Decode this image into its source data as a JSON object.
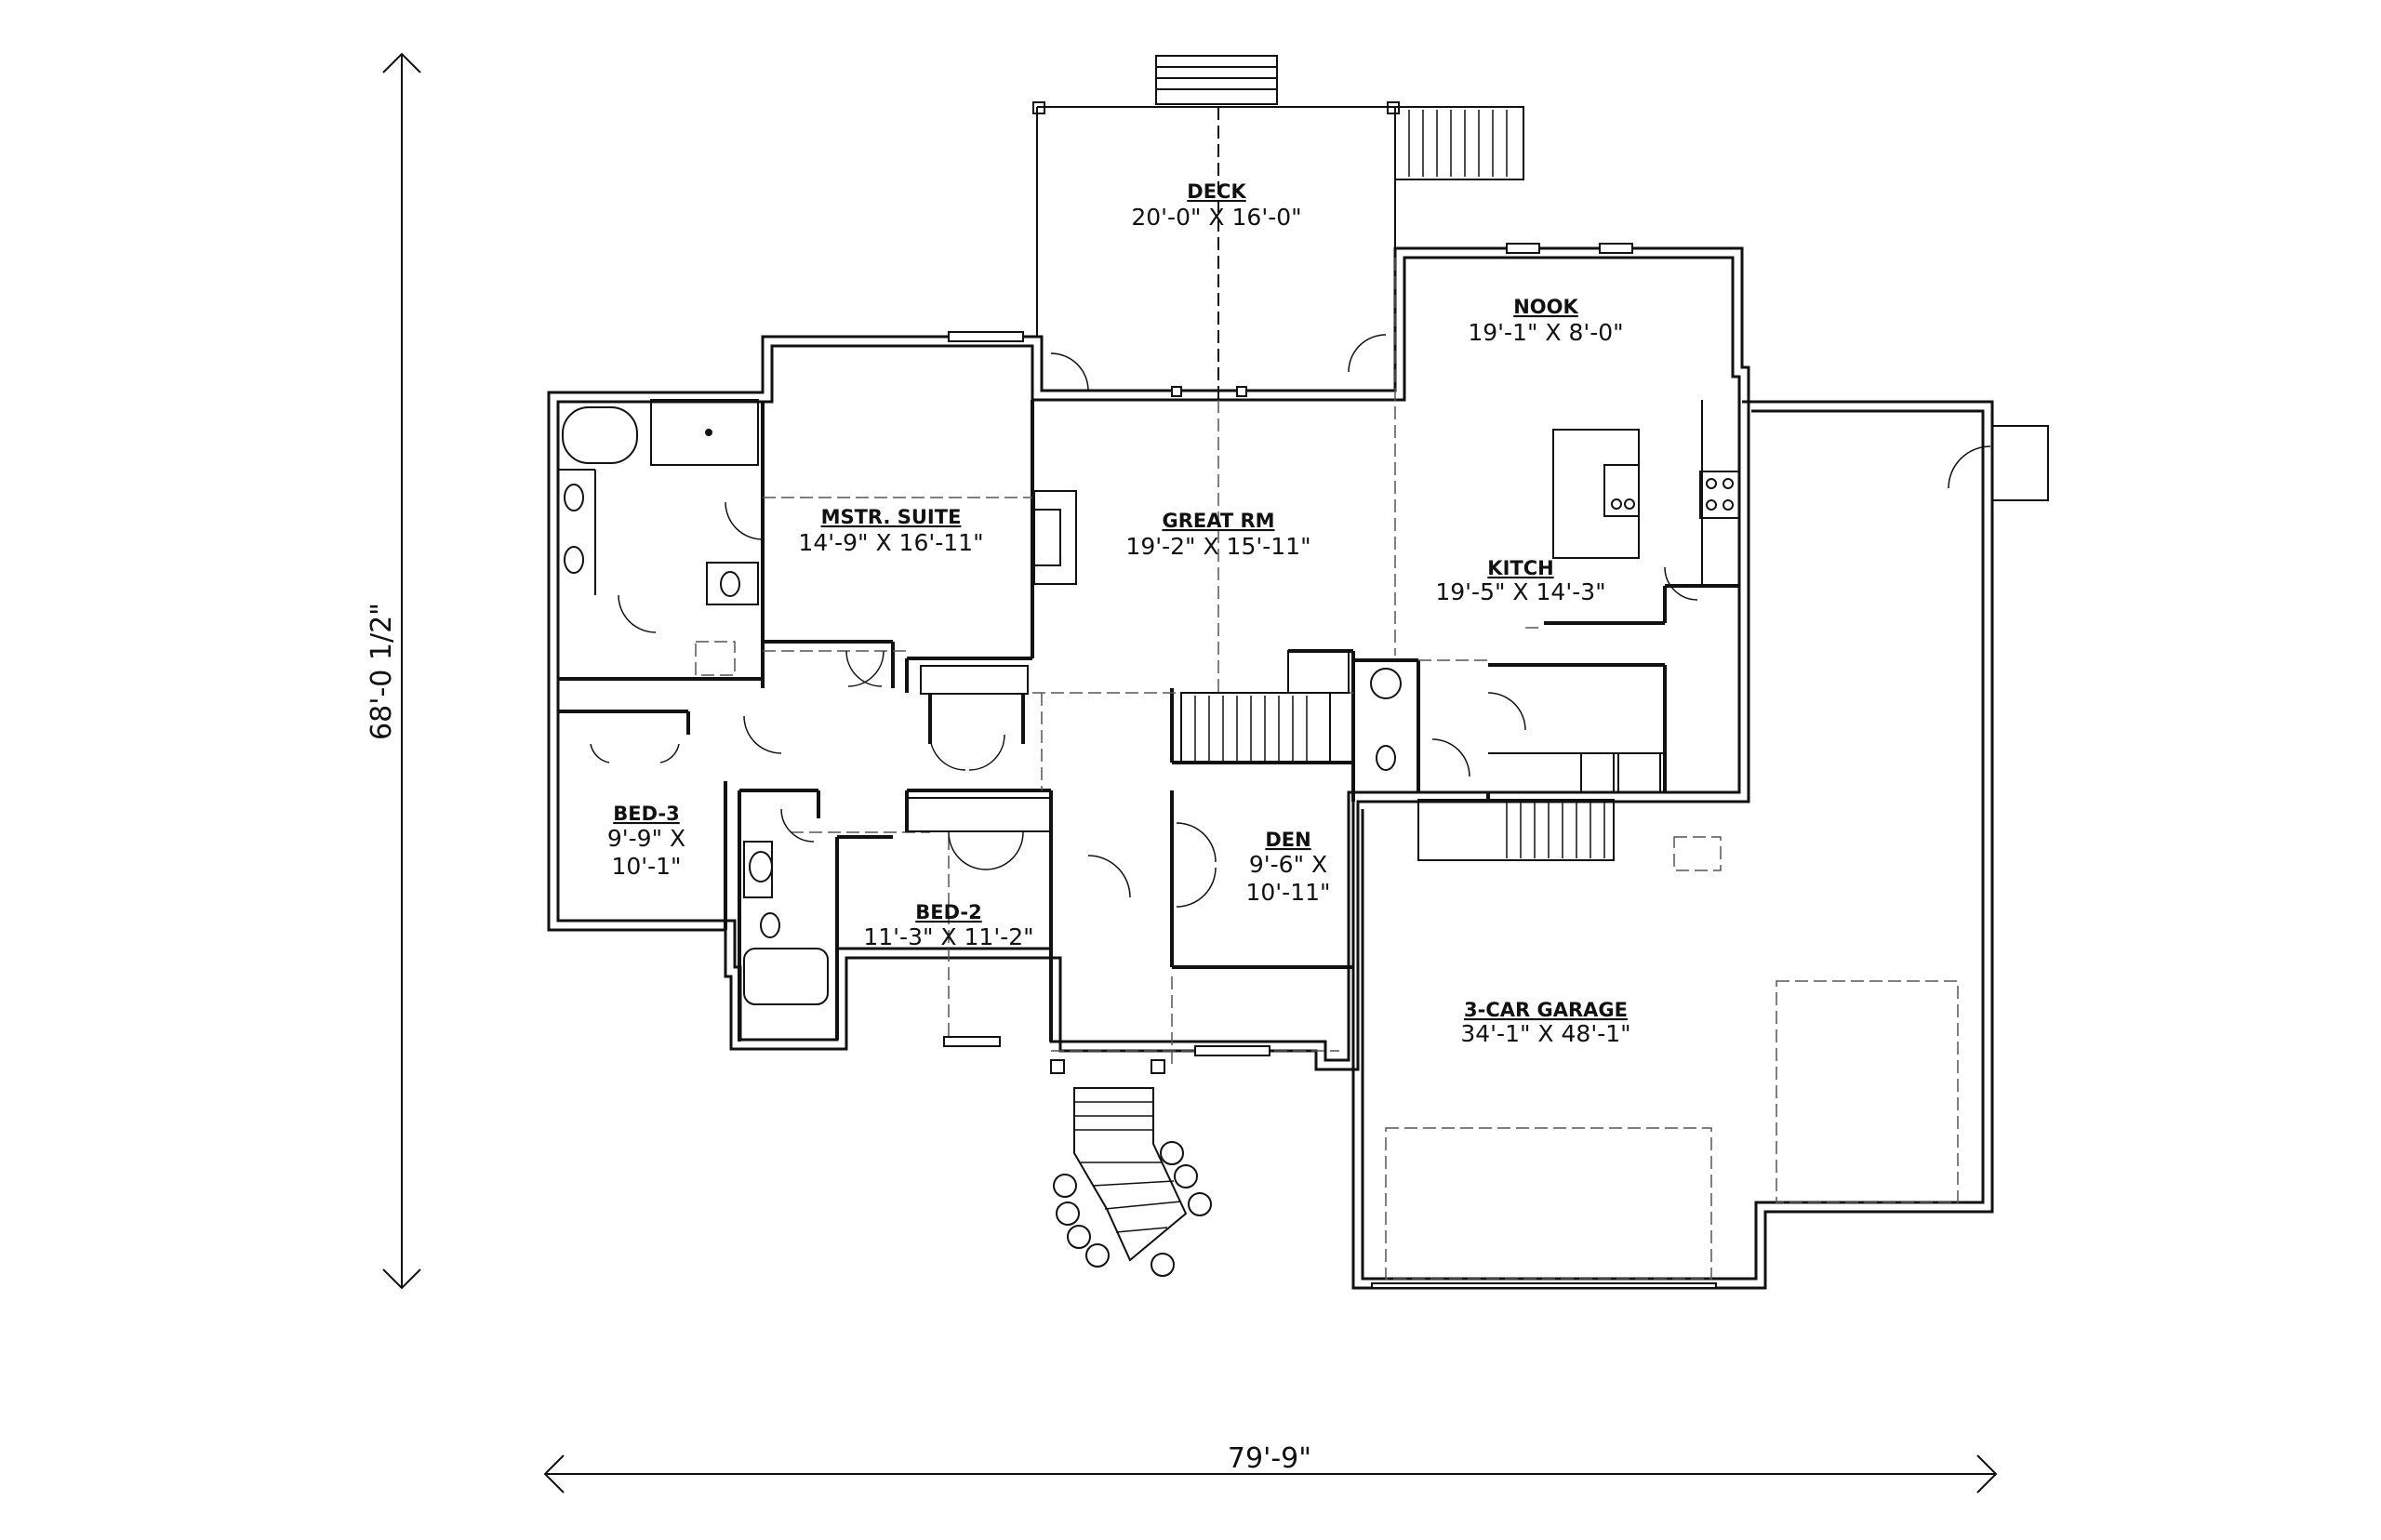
{
  "overall": {
    "width": "79'-9\"",
    "depth": "68'-0 1/2\""
  },
  "rooms": {
    "deck": {
      "name": "DECK",
      "dim": "20'-0\" X 16'-0\""
    },
    "nook": {
      "name": "NOOK",
      "dim": "19'-1\" X 8'-0\""
    },
    "mstr_suite": {
      "name": "MSTR. SUITE",
      "dim": "14'-9\" X 16'-11\""
    },
    "great_rm": {
      "name": "GREAT RM",
      "dim": "19'-2\" X 15'-11\""
    },
    "kitch": {
      "name": "KITCH",
      "dim": "19'-5\" X 14'-3\""
    },
    "bed3": {
      "name": "BED-3",
      "dim1": "9'-9\" X",
      "dim2": "10'-1\""
    },
    "bed2": {
      "name": "BED-2",
      "dim": "11'-3\" X 11'-2\""
    },
    "den": {
      "name": "DEN",
      "dim1": "9'-6\" X",
      "dim2": "10'-11\""
    },
    "garage": {
      "name": "3-CAR GARAGE",
      "dim": "34'-1\" X 48'-1\""
    }
  }
}
